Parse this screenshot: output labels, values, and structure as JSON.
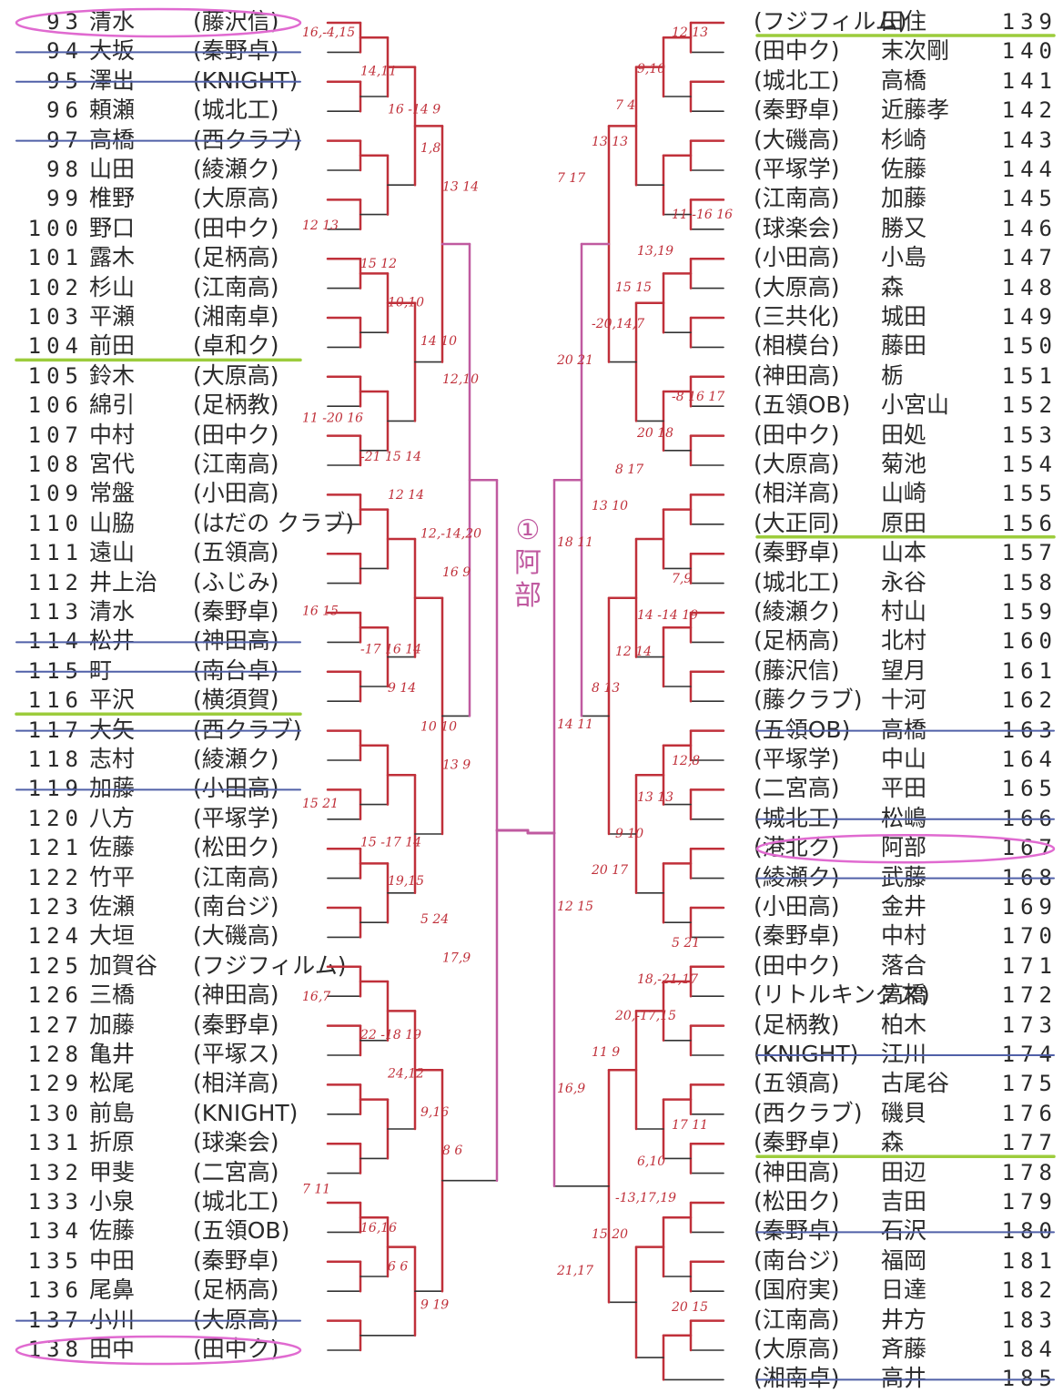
{
  "left_entries": [
    {
      "num": "93",
      "name": "清水",
      "team": "(藤沢信)",
      "status": "seed"
    },
    {
      "num": "94",
      "name": "大坂",
      "team": "(秦野卓)",
      "status": "out"
    },
    {
      "num": "95",
      "name": "澤出",
      "team": "(KNIGHT)",
      "status": "out"
    },
    {
      "num": "96",
      "name": "頼瀬",
      "team": "(城北工)",
      "status": ""
    },
    {
      "num": "97",
      "name": "高橋",
      "team": "(西クラブ)",
      "status": "out"
    },
    {
      "num": "98",
      "name": "山田",
      "team": "(綾瀬ク)",
      "status": ""
    },
    {
      "num": "99",
      "name": "椎野",
      "team": "(大原高)",
      "status": ""
    },
    {
      "num": "100",
      "name": "野口",
      "team": "(田中ク)",
      "status": ""
    },
    {
      "num": "101",
      "name": "露木",
      "team": "(足柄高)",
      "status": ""
    },
    {
      "num": "102",
      "name": "杉山",
      "team": "(江南高)",
      "status": ""
    },
    {
      "num": "103",
      "name": "平瀬",
      "team": "(湘南卓)",
      "status": ""
    },
    {
      "num": "104",
      "name": "前田",
      "team": "(卓和ク)",
      "status": "mark"
    },
    {
      "num": "105",
      "name": "鈴木",
      "team": "(大原高)",
      "status": ""
    },
    {
      "num": "106",
      "name": "綿引",
      "team": "(足柄教)",
      "status": ""
    },
    {
      "num": "107",
      "name": "中村",
      "team": "(田中ク)",
      "status": ""
    },
    {
      "num": "108",
      "name": "宮代",
      "team": "(江南高)",
      "status": ""
    },
    {
      "num": "109",
      "name": "常盤",
      "team": "(小田高)",
      "status": ""
    },
    {
      "num": "110",
      "name": "山脇",
      "team": "(はだの クラブ)",
      "status": ""
    },
    {
      "num": "111",
      "name": "遠山",
      "team": "(五領高)",
      "status": ""
    },
    {
      "num": "112",
      "name": "井上治",
      "team": "(ふじみ)",
      "status": ""
    },
    {
      "num": "113",
      "name": "清水",
      "team": "(秦野卓)",
      "status": ""
    },
    {
      "num": "114",
      "name": "松井",
      "team": "(神田高)",
      "status": "out"
    },
    {
      "num": "115",
      "name": "町",
      "team": "(南台卓)",
      "status": "out"
    },
    {
      "num": "116",
      "name": "平沢",
      "team": "(横須賀)",
      "status": "mark"
    },
    {
      "num": "117",
      "name": "大矢",
      "team": "(西クラブ)",
      "status": "out"
    },
    {
      "num": "118",
      "name": "志村",
      "team": "(綾瀬ク)",
      "status": ""
    },
    {
      "num": "119",
      "name": "加藤",
      "team": "(小田高)",
      "status": "out"
    },
    {
      "num": "120",
      "name": "八方",
      "team": "(平塚学)",
      "status": ""
    },
    {
      "num": "121",
      "name": "佐藤",
      "team": "(松田ク)",
      "status": ""
    },
    {
      "num": "122",
      "name": "竹平",
      "team": "(江南高)",
      "status": ""
    },
    {
      "num": "123",
      "name": "佐瀬",
      "team": "(南台ジ)",
      "status": ""
    },
    {
      "num": "124",
      "name": "大垣",
      "team": "(大磯高)",
      "status": ""
    },
    {
      "num": "125",
      "name": "加賀谷",
      "team": "(フジフィルム)",
      "status": ""
    },
    {
      "num": "126",
      "name": "三橋",
      "team": "(神田高)",
      "status": ""
    },
    {
      "num": "127",
      "name": "加藤",
      "team": "(秦野卓)",
      "status": ""
    },
    {
      "num": "128",
      "name": "亀井",
      "team": "(平塚ス)",
      "status": ""
    },
    {
      "num": "129",
      "name": "松尾",
      "team": "(相洋高)",
      "status": ""
    },
    {
      "num": "130",
      "name": "前島",
      "team": "(KNIGHT)",
      "status": ""
    },
    {
      "num": "131",
      "name": "折原",
      "team": "(球楽会)",
      "status": ""
    },
    {
      "num": "132",
      "name": "甲斐",
      "team": "(二宮高)",
      "status": ""
    },
    {
      "num": "133",
      "name": "小泉",
      "team": "(城北工)",
      "status": ""
    },
    {
      "num": "134",
      "name": "佐藤",
      "team": "(五領OB)",
      "status": ""
    },
    {
      "num": "135",
      "name": "中田",
      "team": "(秦野卓)",
      "status": ""
    },
    {
      "num": "136",
      "name": "尾鼻",
      "team": "(足柄高)",
      "status": ""
    },
    {
      "num": "137",
      "name": "小川",
      "team": "(大原高)",
      "status": "out"
    },
    {
      "num": "138",
      "name": "田中",
      "team": "(田中ク)",
      "status": "seed"
    }
  ],
  "right_entries": [
    {
      "num": "139",
      "name": "田住",
      "team": "(フジフィルム)",
      "status": "mark"
    },
    {
      "num": "140",
      "name": "末次剛",
      "team": "(田中ク)",
      "status": ""
    },
    {
      "num": "141",
      "name": "高橋",
      "team": "(城北工)",
      "status": ""
    },
    {
      "num": "142",
      "name": "近藤孝",
      "team": "(秦野卓)",
      "status": ""
    },
    {
      "num": "143",
      "name": "杉崎",
      "team": "(大磯高)",
      "status": ""
    },
    {
      "num": "144",
      "name": "佐藤",
      "team": "(平塚学)",
      "status": ""
    },
    {
      "num": "145",
      "name": "加藤",
      "team": "(江南高)",
      "status": ""
    },
    {
      "num": "146",
      "name": "勝又",
      "team": "(球楽会)",
      "status": ""
    },
    {
      "num": "147",
      "name": "小島",
      "team": "(小田高)",
      "status": ""
    },
    {
      "num": "148",
      "name": "森",
      "team": "(大原高)",
      "status": ""
    },
    {
      "num": "149",
      "name": "城田",
      "team": "(三共化)",
      "status": ""
    },
    {
      "num": "150",
      "name": "藤田",
      "team": "(相模台)",
      "status": ""
    },
    {
      "num": "151",
      "name": "栃",
      "team": "(神田高)",
      "status": ""
    },
    {
      "num": "152",
      "name": "小宮山",
      "team": "(五領OB)",
      "status": ""
    },
    {
      "num": "153",
      "name": "田処",
      "team": "(田中ク)",
      "status": ""
    },
    {
      "num": "154",
      "name": "菊池",
      "team": "(大原高)",
      "status": ""
    },
    {
      "num": "155",
      "name": "山崎",
      "team": "(相洋高)",
      "status": ""
    },
    {
      "num": "156",
      "name": "原田",
      "team": "(大正同)",
      "status": "mark"
    },
    {
      "num": "157",
      "name": "山本",
      "team": "(秦野卓)",
      "status": ""
    },
    {
      "num": "158",
      "name": "永谷",
      "team": "(城北工)",
      "status": ""
    },
    {
      "num": "159",
      "name": "村山",
      "team": "(綾瀬ク)",
      "status": ""
    },
    {
      "num": "160",
      "name": "北村",
      "team": "(足柄高)",
      "status": ""
    },
    {
      "num": "161",
      "name": "望月",
      "team": "(藤沢信)",
      "status": ""
    },
    {
      "num": "162",
      "name": "十河",
      "team": "(藤クラブ)",
      "status": ""
    },
    {
      "num": "163",
      "name": "高橋",
      "team": "(五領OB)",
      "status": "out"
    },
    {
      "num": "164",
      "name": "中山",
      "team": "(平塚学)",
      "status": ""
    },
    {
      "num": "165",
      "name": "平田",
      "team": "(二宮高)",
      "status": ""
    },
    {
      "num": "166",
      "name": "松嶋",
      "team": "(城北工)",
      "status": "out"
    },
    {
      "num": "167",
      "name": "阿部",
      "team": "(港北ク)",
      "status": "seed"
    },
    {
      "num": "168",
      "name": "武藤",
      "team": "(綾瀬ク)",
      "status": "out"
    },
    {
      "num": "169",
      "name": "金井",
      "team": "(小田高)",
      "status": ""
    },
    {
      "num": "170",
      "name": "中村",
      "team": "(秦野卓)",
      "status": ""
    },
    {
      "num": "171",
      "name": "落合",
      "team": "(田中ク)",
      "status": ""
    },
    {
      "num": "172",
      "name": "高橋",
      "team": "(リトルキングス)",
      "status": ""
    },
    {
      "num": "173",
      "name": "柏木",
      "team": "(足柄教)",
      "status": ""
    },
    {
      "num": "174",
      "name": "江川",
      "team": "(KNIGHT)",
      "status": "out"
    },
    {
      "num": "175",
      "name": "古尾谷",
      "team": "(五領高)",
      "status": ""
    },
    {
      "num": "176",
      "name": "磯貝",
      "team": "(西クラブ)",
      "status": ""
    },
    {
      "num": "177",
      "name": "森",
      "team": "(秦野卓)",
      "status": "mark"
    },
    {
      "num": "178",
      "name": "田辺",
      "team": "(神田高)",
      "status": ""
    },
    {
      "num": "179",
      "name": "吉田",
      "team": "(松田ク)",
      "status": ""
    },
    {
      "num": "180",
      "name": "石沢",
      "team": "(秦野卓)",
      "status": "out"
    },
    {
      "num": "181",
      "name": "福岡",
      "team": "(南台ジ)",
      "status": ""
    },
    {
      "num": "182",
      "name": "日達",
      "team": "(国府実)",
      "status": ""
    },
    {
      "num": "183",
      "name": "井方",
      "team": "(江南高)",
      "status": ""
    },
    {
      "num": "184",
      "name": "斉藤",
      "team": "(大原高)",
      "status": ""
    },
    {
      "num": "185",
      "name": "高井",
      "team": "(湘南卓)",
      "status": "out"
    }
  ],
  "winner_note": {
    "circle": "①",
    "name_top": "阿",
    "name_bottom": "部"
  },
  "scores": [
    {
      "text": "12 13",
      "side": "R"
    },
    {
      "text": "9,10",
      "side": "R"
    },
    {
      "text": "7 4",
      "side": "R"
    },
    {
      "text": "13 13",
      "side": "R"
    },
    {
      "text": "7 17",
      "side": "R"
    },
    {
      "text": "11 -16 16",
      "side": "R"
    },
    {
      "text": "13,19",
      "side": "R"
    },
    {
      "text": "15 15",
      "side": "R"
    },
    {
      "text": "-20,14,7",
      "side": "R"
    },
    {
      "text": "20 21",
      "side": "R"
    },
    {
      "text": "-8 16 17",
      "side": "R"
    },
    {
      "text": "20 18",
      "side": "R"
    },
    {
      "text": "8 17",
      "side": "R"
    },
    {
      "text": "13 10",
      "side": "R"
    },
    {
      "text": "18 11",
      "side": "R"
    },
    {
      "text": "7,9",
      "side": "R"
    },
    {
      "text": "14 -14 19",
      "side": "R"
    },
    {
      "text": "12 14",
      "side": "R"
    },
    {
      "text": "8 13",
      "side": "R"
    },
    {
      "text": "14 11",
      "side": "R"
    },
    {
      "text": "12,8",
      "side": "R"
    },
    {
      "text": "13 13",
      "side": "R"
    },
    {
      "text": "9 10",
      "side": "R"
    },
    {
      "text": "20 17",
      "side": "R"
    },
    {
      "text": "12 15",
      "side": "R"
    },
    {
      "text": "5 21",
      "side": "R"
    },
    {
      "text": "18,-21,17",
      "side": "R"
    },
    {
      "text": "20,-17,15",
      "side": "R"
    },
    {
      "text": "11 9",
      "side": "R"
    },
    {
      "text": "16,9",
      "side": "R"
    },
    {
      "text": "17 11",
      "side": "R"
    },
    {
      "text": "6,10",
      "side": "R"
    },
    {
      "text": "-13,17,19",
      "side": "R"
    },
    {
      "text": "15 20",
      "side": "R"
    },
    {
      "text": "21,17",
      "side": "R"
    },
    {
      "text": "20 15",
      "side": "R"
    },
    {
      "text": "16,-4,15",
      "side": "L"
    },
    {
      "text": "14,11",
      "side": "L"
    },
    {
      "text": "16 -14 9",
      "side": "L"
    },
    {
      "text": "1,8",
      "side": "L"
    },
    {
      "text": "13 14",
      "side": "L"
    },
    {
      "text": "12 13",
      "side": "L"
    },
    {
      "text": "15 12",
      "side": "L"
    },
    {
      "text": "10,10",
      "side": "L"
    },
    {
      "text": "14 10",
      "side": "L"
    },
    {
      "text": "12,10",
      "side": "L"
    },
    {
      "text": "11 -20 16",
      "side": "L"
    },
    {
      "text": "-21 15 14",
      "side": "L"
    },
    {
      "text": "12 14",
      "side": "L"
    },
    {
      "text": "12,-14,20",
      "side": "L"
    },
    {
      "text": "16 9",
      "side": "L"
    },
    {
      "text": "16 15",
      "side": "L"
    },
    {
      "text": "-17 16 14",
      "side": "L"
    },
    {
      "text": "9 14",
      "side": "L"
    },
    {
      "text": "10 10",
      "side": "L"
    },
    {
      "text": "13 9",
      "side": "L"
    },
    {
      "text": "15 21",
      "side": "L"
    },
    {
      "text": "15 -17 14",
      "side": "L"
    },
    {
      "text": "19,15",
      "side": "L"
    },
    {
      "text": "5 24",
      "side": "L"
    },
    {
      "text": "17,9",
      "side": "L"
    },
    {
      "text": "16,7",
      "side": "L"
    },
    {
      "text": "22 -18 19",
      "side": "L"
    },
    {
      "text": "24,12",
      "side": "L"
    },
    {
      "text": "9,16",
      "side": "L"
    },
    {
      "text": "8 6",
      "side": "L"
    },
    {
      "text": "7 11",
      "side": "L"
    },
    {
      "text": "16,16",
      "side": "L"
    },
    {
      "text": "6 6",
      "side": "L"
    },
    {
      "text": "9 19",
      "side": "L"
    }
  ],
  "colors": {
    "ink": "#2a2a2a",
    "win": "#c0303a",
    "final": "#c05aa0",
    "seed_hl": "#e06ad0",
    "mark_hl": "#9ccc3c",
    "strike": "#5060a8"
  }
}
